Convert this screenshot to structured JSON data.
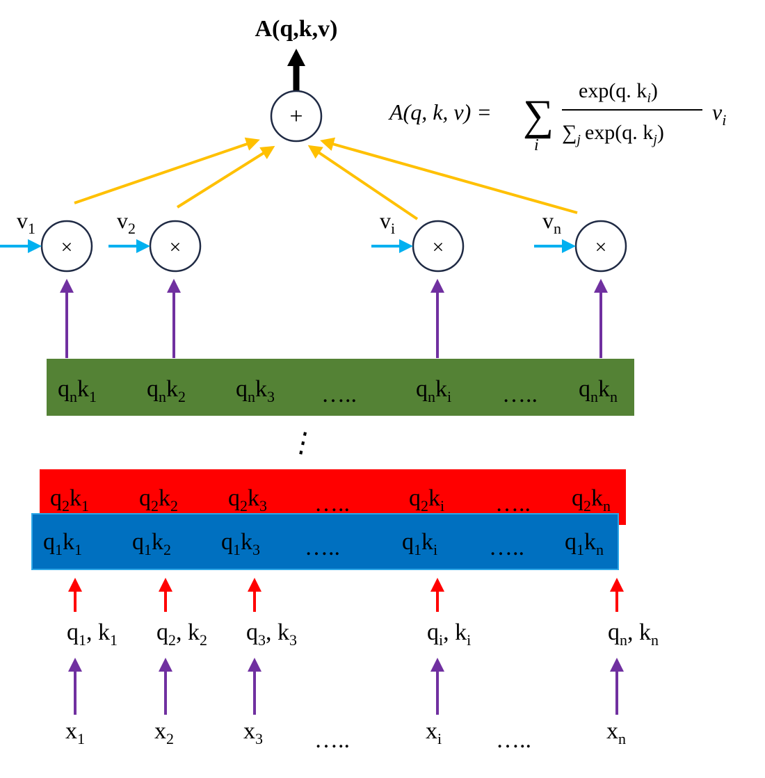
{
  "title": "A(q,k,v)",
  "formula": {
    "lhs": "A(q, k, v) =",
    "sum": "∑",
    "sum_sub": "i",
    "numerator": "exp(q. k",
    "numerator_sub": "i",
    "numerator_close": ")",
    "den_sum": "∑",
    "den_sub": "j",
    "den_text": "exp(q. k",
    "den_text_sub": "j",
    "den_close": ")",
    "rhs": "v",
    "rhs_sub": "i"
  },
  "sum_node": {
    "symbol": "+"
  },
  "multiply_nodes": [
    {
      "symbol": "×",
      "v_base": "v",
      "v_sub": "1"
    },
    {
      "symbol": "×",
      "v_base": "v",
      "v_sub": "2"
    },
    {
      "symbol": "×",
      "v_base": "v",
      "v_sub": "i"
    },
    {
      "symbol": "×",
      "v_base": "v",
      "v_sub": "n"
    }
  ],
  "vertical_ellipsis": "⋮",
  "rows": [
    {
      "name": "n",
      "color": "#548235",
      "cells": [
        {
          "q_sub": "n",
          "k_sub": "1"
        },
        {
          "q_sub": "n",
          "k_sub": "2"
        },
        {
          "q_sub": "n",
          "k_sub": "3"
        },
        {
          "dots": "….."
        },
        {
          "q_sub": "n",
          "k_sub": "i"
        },
        {
          "dots": "….."
        },
        {
          "q_sub": "n",
          "k_sub": "n"
        }
      ]
    },
    {
      "name": "2",
      "color": "#ff0000",
      "cells": [
        {
          "q_sub": "2",
          "k_sub": "1"
        },
        {
          "q_sub": "2",
          "k_sub": "2"
        },
        {
          "q_sub": "2",
          "k_sub": "3"
        },
        {
          "dots": "….."
        },
        {
          "q_sub": "2",
          "k_sub": "i"
        },
        {
          "dots": "….."
        },
        {
          "q_sub": "2",
          "k_sub": "n"
        }
      ]
    },
    {
      "name": "1",
      "color": "#0070c0",
      "border": "#2ea8e8",
      "cells": [
        {
          "q_sub": "1",
          "k_sub": "1"
        },
        {
          "q_sub": "1",
          "k_sub": "2"
        },
        {
          "q_sub": "1",
          "k_sub": "3"
        },
        {
          "dots": "….."
        },
        {
          "q_sub": "1",
          "k_sub": "i"
        },
        {
          "dots": "….."
        },
        {
          "q_sub": "1",
          "k_sub": "n"
        }
      ]
    }
  ],
  "qk_labels": [
    {
      "q_sub": "1",
      "k_sub": "1"
    },
    {
      "q_sub": "2",
      "k_sub": "2"
    },
    {
      "q_sub": "3",
      "k_sub": "3"
    },
    {
      "q_sub": "i",
      "k_sub": "i"
    },
    {
      "q_sub": "n",
      "k_sub": "n"
    }
  ],
  "inputs": [
    {
      "base": "x",
      "sub": "1"
    },
    {
      "base": "x",
      "sub": "2"
    },
    {
      "base": "x",
      "sub": "3"
    },
    {
      "dots": "….."
    },
    {
      "base": "x",
      "sub": "i"
    },
    {
      "dots": "….."
    },
    {
      "base": "x",
      "sub": "n"
    }
  ],
  "colors": {
    "yellow_arrow": "#ffc000",
    "blue_arrow": "#00b0f0",
    "purple_arrow": "#7030a0",
    "red_arrow": "#ff0000",
    "black_arrow": "#000000",
    "node_stroke": "#1f2a44"
  }
}
